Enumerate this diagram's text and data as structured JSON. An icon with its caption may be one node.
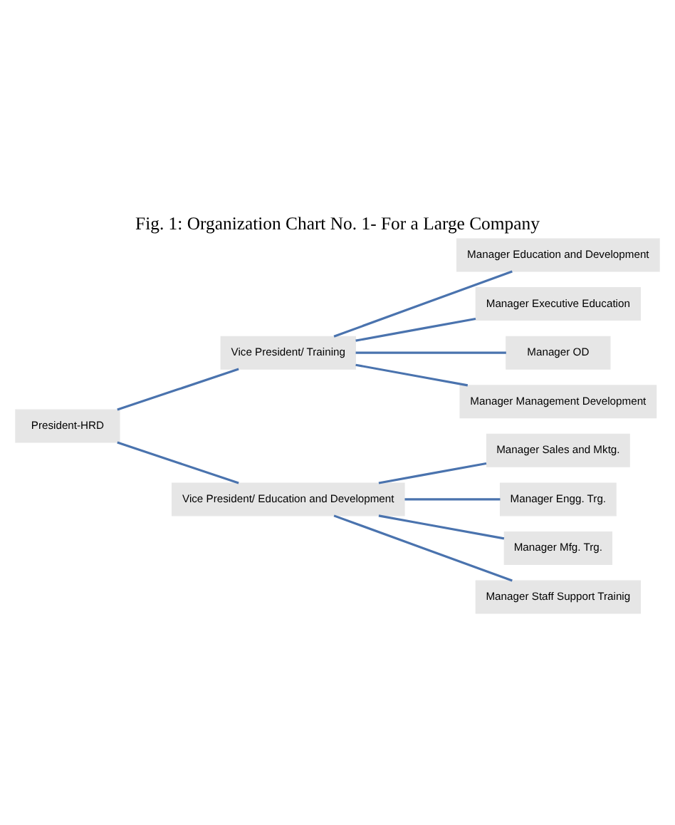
{
  "diagram": {
    "title": "Fig. 1: Organization Chart No. 1- For a Large Company",
    "nodes": [
      {
        "text": [
          "President-HRD"
        ]
      },
      {
        "text": [
          "Vice President/ Training"
        ]
      },
      {
        "text": [
          "Manager Education and Development"
        ]
      },
      {
        "text": [
          "Manager Executive Education"
        ]
      },
      {
        "text": [
          "Manager OD"
        ]
      },
      {
        "text": [
          "Manager Management Development"
        ]
      },
      {
        "text": [
          "Vice President/ Education and Development"
        ]
      },
      {
        "text": [
          "Manager Sales and Mktg."
        ]
      },
      {
        "text": [
          "Manager Engg. Trg."
        ]
      },
      {
        "text": [
          "Manager Mfg. Trg."
        ]
      },
      {
        "text": [
          "Manager Staff Support Trainig"
        ]
      }
    ],
    "edges": [
      {
        "from": 0,
        "to": 1,
        "arrow": "none"
      },
      {
        "from": 0,
        "to": 6,
        "arrow": "none"
      },
      {
        "from": 1,
        "to": 2,
        "arrow": "none"
      },
      {
        "from": 1,
        "to": 3,
        "arrow": "none"
      },
      {
        "from": 1,
        "to": 4,
        "arrow": "none"
      },
      {
        "from": 1,
        "to": 5,
        "arrow": "none"
      },
      {
        "from": 6,
        "to": 7,
        "arrow": "none"
      },
      {
        "from": 6,
        "to": 8,
        "arrow": "none"
      },
      {
        "from": 6,
        "to": 9,
        "arrow": "none"
      },
      {
        "from": 6,
        "to": 10,
        "arrow": "none"
      }
    ]
  }
}
